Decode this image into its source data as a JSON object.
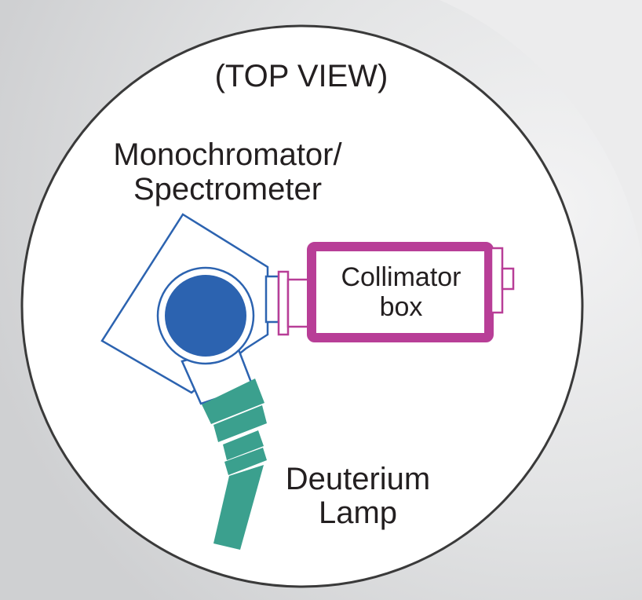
{
  "view_label": "(TOP VIEW)",
  "monochromator": {
    "line1": "Monochromator/",
    "line2": "Spectrometer"
  },
  "collimator": {
    "line1": "Collimator",
    "line2": "box"
  },
  "lamp": {
    "line1": "Deuterium",
    "line2": "Lamp"
  },
  "colors": {
    "background": "#d9dadc",
    "circle_fill": "#ffffff",
    "circle_stroke": "#3a3a3a",
    "monochromator_outline": "#2c63b0",
    "monochromator_core": "#2c63b0",
    "collimator": "#b83e97",
    "lamp": "#3ba08e"
  }
}
